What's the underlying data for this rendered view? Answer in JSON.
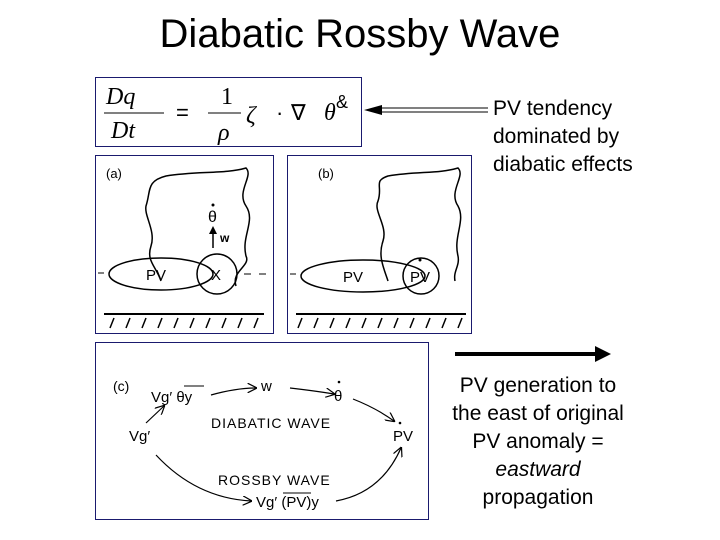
{
  "title": "Diabatic Rossby Wave",
  "equation": {
    "num": "Dq",
    "den": "Dt",
    "equals": "=",
    "one": "1",
    "rho": "ρ",
    "zeta": "ζ",
    "dot": "·",
    "nabla": "∇",
    "theta": "θ",
    "amp": "&"
  },
  "pv_note": [
    "PV tendency",
    "dominated by",
    "diabatic effects"
  ],
  "panel_a": {
    "label": "(a)",
    "pv": "PV",
    "x": "X",
    "theta": "θ",
    "w": "w"
  },
  "panel_b": {
    "label": "(b)",
    "pv": "PV",
    "pv_dot": "PV"
  },
  "panel_c": {
    "label": "(c)",
    "vg_theta": "Vg′ θy",
    "w": "w",
    "theta": "θ",
    "pv": "PV",
    "vg": "Vg′",
    "diabatic": "DIABATIC WAVE",
    "rossby": "ROSSBY WAVE",
    "vg_pv": "Vg′ (PV)y"
  },
  "propagation_note": {
    "line1": "PV generation to",
    "line2": "the east of original",
    "line3": "PV anomaly =",
    "line4_italic": "eastward",
    "line5": "propagation"
  }
}
